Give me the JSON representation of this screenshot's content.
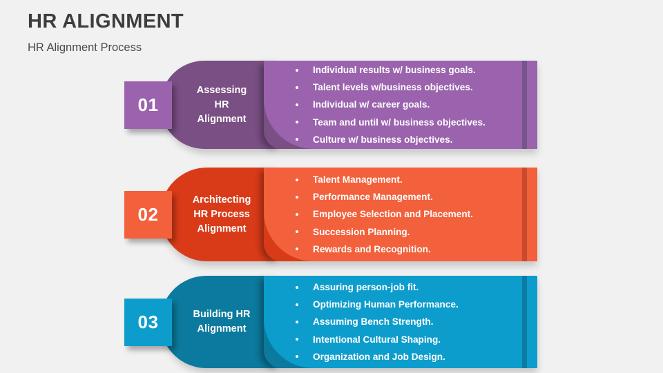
{
  "header": {
    "title": "HR ALIGNMENT",
    "subtitle": "HR Alignment Process",
    "title_color": "#3d3d3d"
  },
  "background_color": "#f1f1f1",
  "rows": [
    {
      "number": "01",
      "label_lines": [
        "Assessing",
        "HR",
        "Alignment"
      ],
      "colors": {
        "dark": "#7A4F84",
        "light": "#9B63AD",
        "badge": "#9B63AD",
        "stripe": "#74558C"
      },
      "bullets": [
        "Individual results w/ business goals.",
        "Talent levels w/business objectives.",
        "Individual w/ career goals.",
        "Team and until w/ business objectives.",
        "Culture w/ business objectives."
      ]
    },
    {
      "number": "02",
      "label_lines": [
        "Architecting",
        "HR Process",
        "Alignment"
      ],
      "colors": {
        "dark": "#D93B18",
        "light": "#F2603C",
        "badge": "#F2603C",
        "stripe": "#C94A2E"
      },
      "bullets": [
        "Talent Management.",
        "Performance Management.",
        "Employee Selection and Placement.",
        "Succession Planning.",
        "Rewards and Recognition."
      ]
    },
    {
      "number": "03",
      "label_lines": [
        "Building HR",
        "Alignment"
      ],
      "colors": {
        "dark": "#0B7A9E",
        "light": "#0D9DCC",
        "badge": "#0D9DCC",
        "stripe": "#0E7BA5"
      },
      "bullets": [
        "Assuring person-job fit.",
        "Optimizing Human Performance.",
        "Assuming Bench Strength.",
        "Intentional Cultural Shaping.",
        "Organization and Job Design."
      ]
    }
  ]
}
